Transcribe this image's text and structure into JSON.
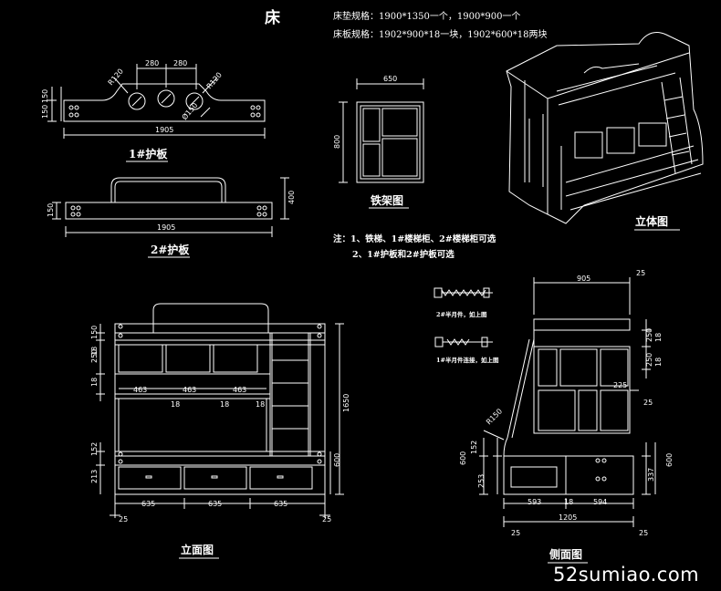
{
  "title": "床",
  "specs": {
    "mattress": "床垫规格：1900*1350一个，1900*900一个",
    "board": "床板规格：1902*900*18一块，1902*600*18两块"
  },
  "labels": {
    "guard1": "1#护板",
    "guard2": "2#护板",
    "iron_frame": "铁架图",
    "iso": "立体图",
    "elevation": "立面图",
    "side": "侧面图"
  },
  "notes": {
    "line1": "注：1、铁梯、1#楼梯柜、2#楼梯柜可选",
    "line2": "2、1#护板和2#护板可选"
  },
  "bolts": {
    "b2": "2#半月件，如上图",
    "b1": "1#半月件连接，如上图"
  },
  "dims": {
    "g1_280a": "280",
    "g1_280b": "280",
    "g1_r120a": "R120",
    "g1_r120b": "R120",
    "g1_r150": "Ø150",
    "g1_150a": "150",
    "g1_150b": "150",
    "g1_1905": "1905",
    "g2_150": "150",
    "g2_400": "400",
    "g2_1905": "1905",
    "if_650": "650",
    "if_800": "800",
    "el_150": "150",
    "el_250": "250",
    "el_18a": "18",
    "el_18b": "18",
    "el_463a": "463",
    "el_463b": "463",
    "el_463c": "463",
    "el_18c": "18",
    "el_18d": "18",
    "el_18e": "18",
    "el_152": "152",
    "el_213": "213",
    "el_1650": "1650",
    "el_600": "600",
    "el_635a": "635",
    "el_635b": "635",
    "el_635c": "635",
    "el_25a": "25",
    "el_25b": "25",
    "sd_905": "905",
    "sd_25a": "25",
    "sd_250a": "250",
    "sd_18a": "18",
    "sd_250b": "250",
    "sd_18b": "18",
    "sd_225": "225",
    "sd_25b": "25",
    "sd_r150": "R150",
    "sd_600a": "600",
    "sd_152": "152",
    "sd_253": "253",
    "sd_600b": "600",
    "sd_337": "337",
    "sd_593": "593",
    "sd_18c": "18",
    "sd_594": "594",
    "sd_1205": "1205",
    "sd_25c": "25",
    "sd_25d": "25"
  },
  "watermark": "52sumiao.com"
}
